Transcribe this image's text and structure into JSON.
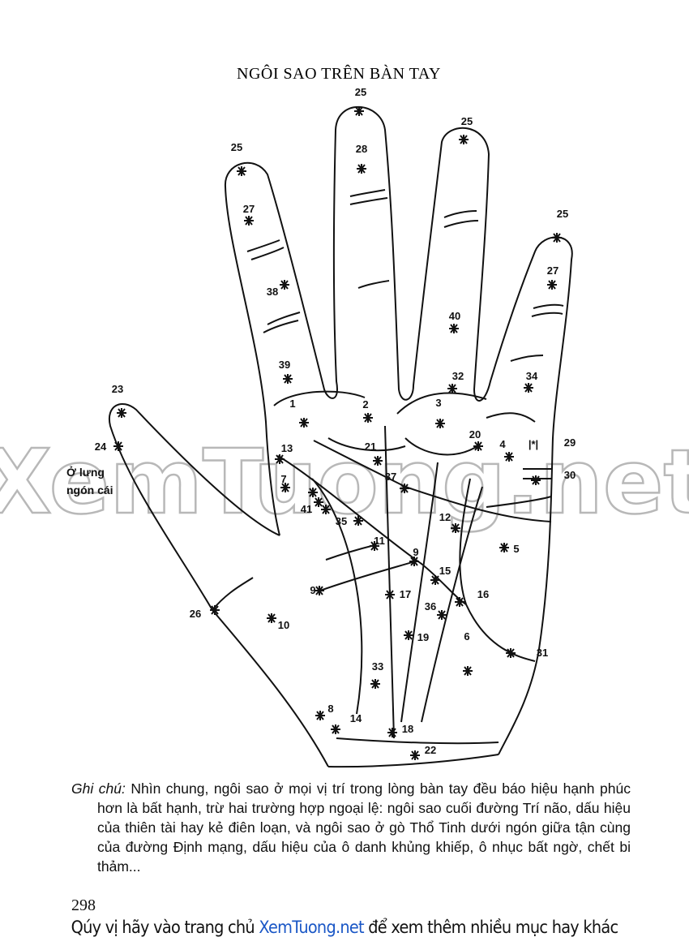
{
  "title": "NGÔI SAO TRÊN BÀN TAY",
  "watermark": "XemTuong.net",
  "thumb_back_label": [
    "Ở lưng",
    "ngón cái"
  ],
  "labels": [
    "25",
    "25",
    "25",
    "25",
    "28",
    "27",
    "27",
    "38",
    "40",
    "39",
    "32",
    "34",
    "23",
    "1",
    "2",
    "3",
    "20",
    "4",
    "|*|",
    "29",
    "24",
    "13",
    "21",
    "37",
    "30",
    "7",
    "41",
    "35",
    "12",
    "11",
    "5",
    "9",
    "15",
    "9",
    "17",
    "16",
    "36",
    "26",
    "10",
    "19",
    "6",
    "31",
    "33",
    "8",
    "14",
    "18",
    "22"
  ],
  "note": {
    "prefix": "Ghi chú:",
    "text": " Nhìn chung, ngôi sao ở mọi vị trí trong lòng bàn tay đều báo hiệu hạnh phúc hơn là bất hạnh, trừ hai trường hợp ngoại lệ: ngôi sao cuối đường Trí não, dấu hiệu của thiên tài hay kẻ điên loạn, và ngôi sao ở gò Thổ Tinh dưới ngón giữa tận cùng của đường Định mạng, dấu hiệu của ô danh khủng khiếp, ô nhục bất ngờ, chết bi thảm..."
  },
  "page_number": "298",
  "footer": {
    "before": "Qúy vị hãy vào trang chủ ",
    "site": "XemTuong.net",
    "after": " để xem thêm nhiều mục hay khác"
  }
}
